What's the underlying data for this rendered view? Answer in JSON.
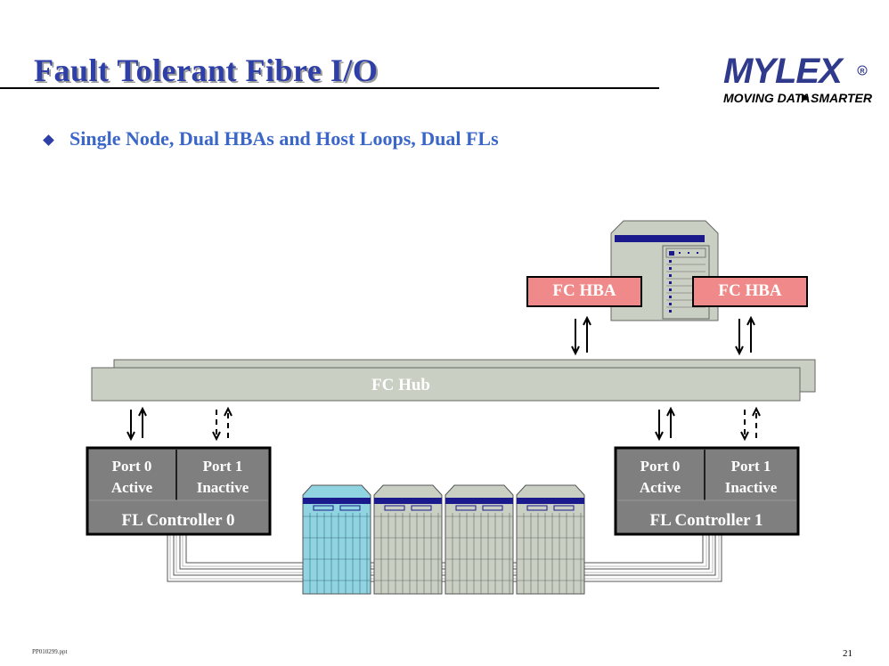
{
  "slide": {
    "title": "Fault Tolerant Fibre I/O",
    "bullet": "Single Node, Dual HBAs and Host Loops, Dual FLs",
    "footer_left": "PP010299.ppt",
    "page_number": "21"
  },
  "logo": {
    "brand": "MYLEX",
    "tagline_left": "MOVING DATA",
    "tagline_right": "SMARTER",
    "color": "#2f3a8c"
  },
  "diagram": {
    "hba_left": "FC HBA",
    "hba_right": "FC HBA",
    "hub": "FC Hub",
    "controllers": [
      {
        "name": "FL Controller 0",
        "port0_line1": "Port 0",
        "port0_line2": "Active",
        "port1_line1": "Port 1",
        "port1_line2": "Inactive"
      },
      {
        "name": "FL Controller 1",
        "port0_line1": "Port 0",
        "port0_line2": "Active",
        "port1_line1": "Port 1",
        "port1_line2": "Inactive"
      }
    ],
    "colors": {
      "hba": "#f08a8a",
      "hub": "#c9cfc2",
      "controller": "#7f7f7f",
      "enclosure_active": "#8fd4e0",
      "enclosure": "#c9cfc2",
      "title": "#2f3fa8"
    }
  }
}
